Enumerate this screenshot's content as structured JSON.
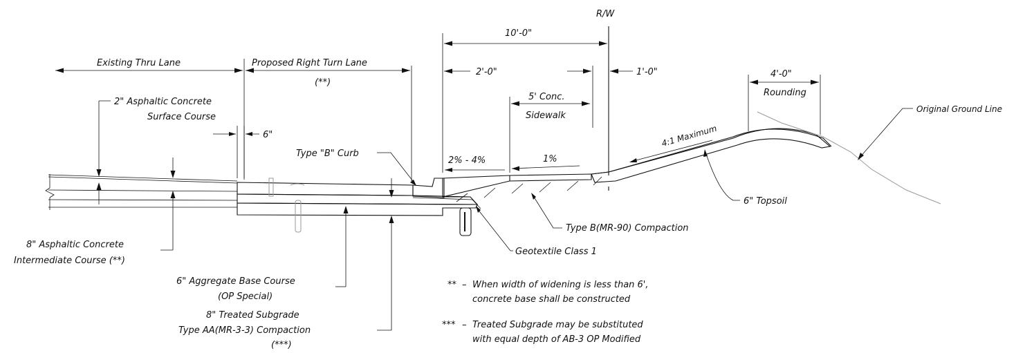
{
  "labels": {
    "rw": "R/W",
    "dim_10ft": "10'-0\"",
    "dim_2ft": "2'-0\"",
    "dim_1ft": "1'-0\"",
    "dim_4ft": "4'-0\"",
    "rounding": "Rounding",
    "dim_6in": "6\"",
    "existing_thru_lane": "Existing Thru Lane",
    "proposed_right_turn_lane": "Proposed Right Turn Lane",
    "proposed_note": "(**)",
    "asphalt_surface_1": "2\" Asphaltic Concrete",
    "asphalt_surface_2": "Surface Course",
    "type_b_curb": "Type \"B\" Curb",
    "sidewalk_1": "5' Conc.",
    "sidewalk_2": "Sidewalk",
    "slope_2_4": "2% - 4%",
    "slope_1": "1%",
    "max_slope": "4:1 Maximum",
    "original_ground": "Original Ground Line",
    "topsoil": "6\" Topsoil",
    "compaction_b": "Type B(MR-90) Compaction",
    "geotextile": "Geotextile Class 1",
    "asphalt_inter_1": "8\" Asphaltic Concrete",
    "asphalt_inter_2": "Intermediate Course (**)",
    "aggregate_1": "6\" Aggregate Base Course",
    "aggregate_2": "(OP Special)",
    "subgrade_1": "8\" Treated Subgrade",
    "subgrade_2": "Type AA(MR-3-3) Compaction",
    "subgrade_3": "(***)"
  },
  "notes": [
    {
      "marker": "**",
      "line1": "When width of widening is less than 6',",
      "line2": "concrete base shall be constructed"
    },
    {
      "marker": "***",
      "line1": "Treated Subgrade may be substituted",
      "line2": "with equal depth of AB-3 OP Modified"
    }
  ],
  "colors": {
    "ink": "#111111",
    "ground": "#9a9a9a",
    "background": "#ffffff"
  }
}
